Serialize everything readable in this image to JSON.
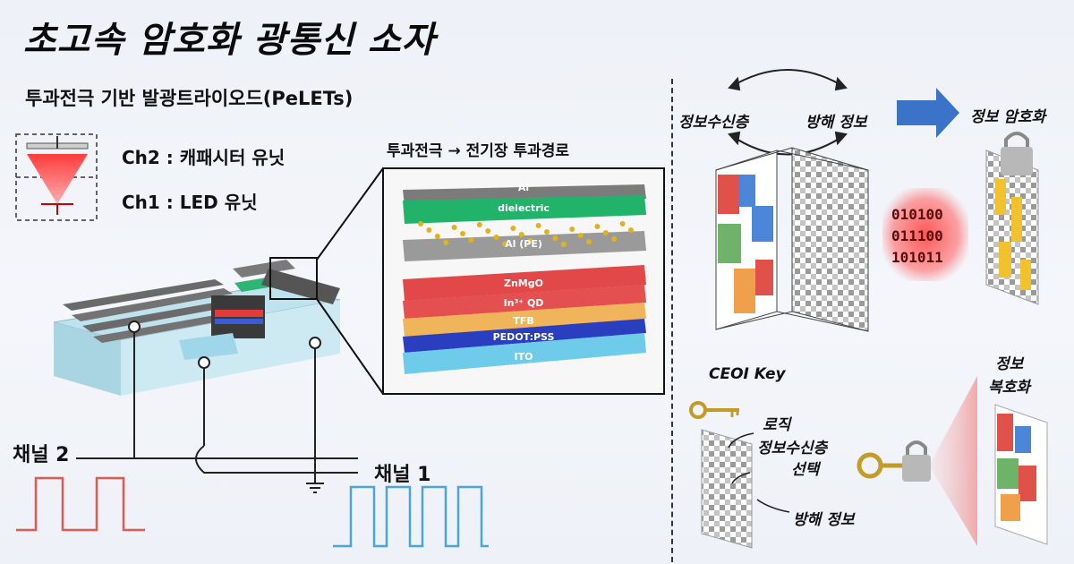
{
  "title": "초고속 암호화 광통신 소자",
  "subtitle": "투과전극 기반 발광트라이오드(PeLETs)",
  "legend": {
    "ch2": "Ch2 : 캐패시터 유닛",
    "ch1": "Ch1 : LED 유닛"
  },
  "stack": {
    "heading": "투과전극 → 전기장 투과경로",
    "layers": [
      "Al",
      "dielectric",
      "Al (PE)",
      "ZnMgO",
      "In³⁺ QD",
      "TFB",
      "PEDOT:PSS",
      "ITO"
    ]
  },
  "channels": {
    "ch2": "채널 2",
    "ch1": "채널 1"
  },
  "encryption": {
    "info_layer": "정보수신층",
    "jamming": "방해 정보",
    "encrypt": "정보 암호화",
    "binary": [
      "010100",
      "011100",
      "101011"
    ]
  },
  "decryption": {
    "key_title": "CEOI Key",
    "logic": "로직",
    "select_line1": "정보수신층",
    "select_line2": "선택",
    "jamming": "방해 정보",
    "decrypt_line1": "정보",
    "decrypt_line2": "복호화"
  },
  "colors": {
    "red": "#e0514a",
    "blue": "#4b86d8",
    "green": "#6db36a",
    "orange": "#f0a04a",
    "gold": "#f2c12e",
    "arrow_blue": "#3a73c8"
  }
}
